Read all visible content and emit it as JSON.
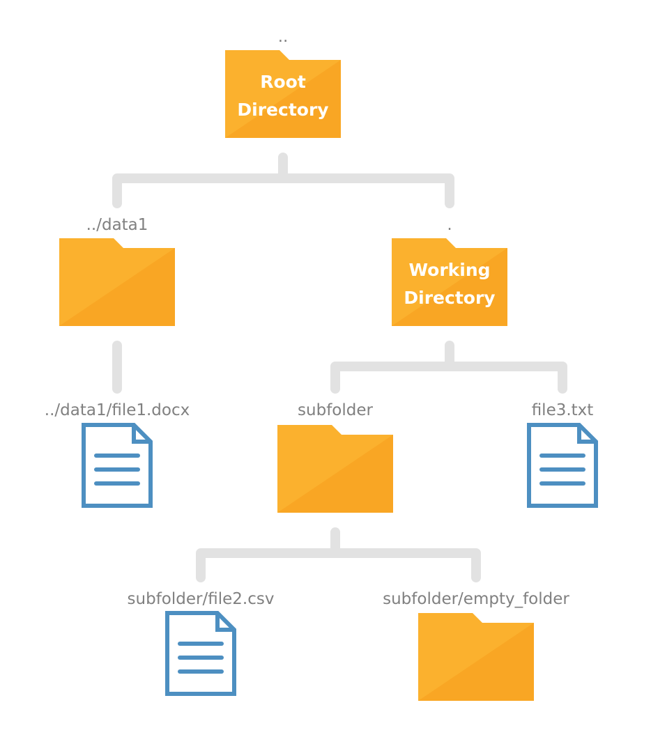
{
  "colors": {
    "folder_main": "#fbb12e",
    "folder_shade": "#f9a624",
    "document_stroke": "#4d8fc1",
    "connector": "#e2e2e2",
    "label_text": "#808080",
    "folder_text": "#ffffff"
  },
  "nodes": [
    {
      "id": "root",
      "kind": "folder",
      "icon": "folder-icon",
      "label": "..",
      "title_lines": [
        "Root",
        "Directory"
      ]
    },
    {
      "id": "data1",
      "kind": "folder",
      "icon": "folder-icon",
      "label": "../data1",
      "title_lines": []
    },
    {
      "id": "working",
      "kind": "folder",
      "icon": "folder-icon",
      "label": ".",
      "title_lines": [
        "Working",
        "Directory"
      ]
    },
    {
      "id": "file1",
      "kind": "file",
      "icon": "document-icon",
      "label": "../data1/file1.docx"
    },
    {
      "id": "subfolder",
      "kind": "folder",
      "icon": "folder-icon",
      "label": "subfolder",
      "title_lines": []
    },
    {
      "id": "file3",
      "kind": "file",
      "icon": "document-icon",
      "label": "file3.txt"
    },
    {
      "id": "file2",
      "kind": "file",
      "icon": "document-icon",
      "label": "subfolder/file2.csv"
    },
    {
      "id": "empty_folder",
      "kind": "folder",
      "icon": "folder-icon",
      "label": "subfolder/empty_folder",
      "title_lines": []
    }
  ],
  "edges": [
    {
      "from": "root",
      "to": [
        "data1",
        "working"
      ]
    },
    {
      "from": "data1",
      "to": [
        "file1"
      ]
    },
    {
      "from": "working",
      "to": [
        "subfolder",
        "file3"
      ]
    },
    {
      "from": "subfolder",
      "to": [
        "file2",
        "empty_folder"
      ]
    }
  ]
}
